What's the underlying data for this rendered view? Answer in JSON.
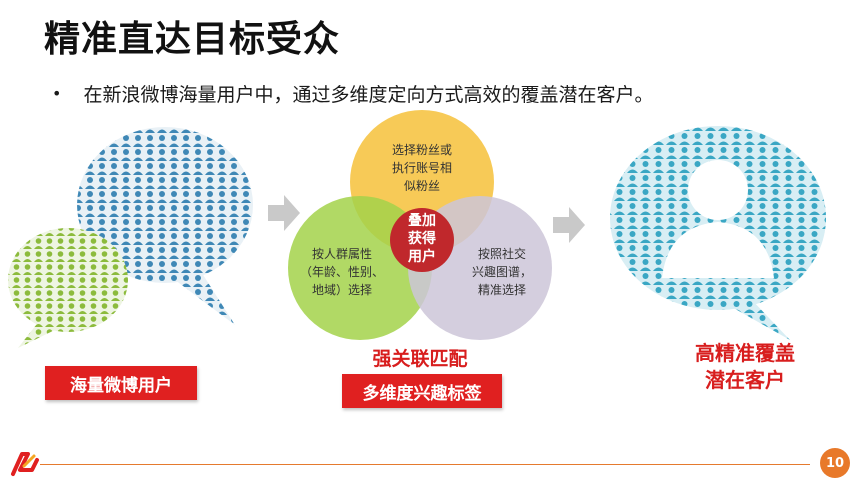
{
  "slide": {
    "title": "精准直达目标受众",
    "bullet": "在新浪微博海量用户中，通过多维度定向方式高效的覆盖潜在客户。"
  },
  "left": {
    "label": "海量微博用户"
  },
  "venn": {
    "top_lines": [
      "选择粉丝或",
      "执行账号相",
      "似粉丝"
    ],
    "left_lines": [
      "按人群属性",
      "（年龄、性别、",
      "地域）选择"
    ],
    "right_lines": [
      "按照社交",
      "兴趣图谱，",
      "精准选择"
    ],
    "center_lines": [
      "叠加",
      "获得",
      "用户"
    ],
    "match_title": "强关联匹配",
    "tags_label": "多维度兴趣标签",
    "colors": {
      "top": "#f6c445",
      "left": "#a3d24a",
      "right": "#ccc6d8",
      "center": "#c0282c"
    }
  },
  "right": {
    "title_lines": [
      "高精准覆盖",
      "潜在客户"
    ]
  },
  "footer": {
    "page": "10",
    "accent": "#e8792a"
  },
  "icons": [
    "bullet-dot",
    "arrow-icon",
    "people-crowd",
    "speech-bubble",
    "logo-icon"
  ]
}
